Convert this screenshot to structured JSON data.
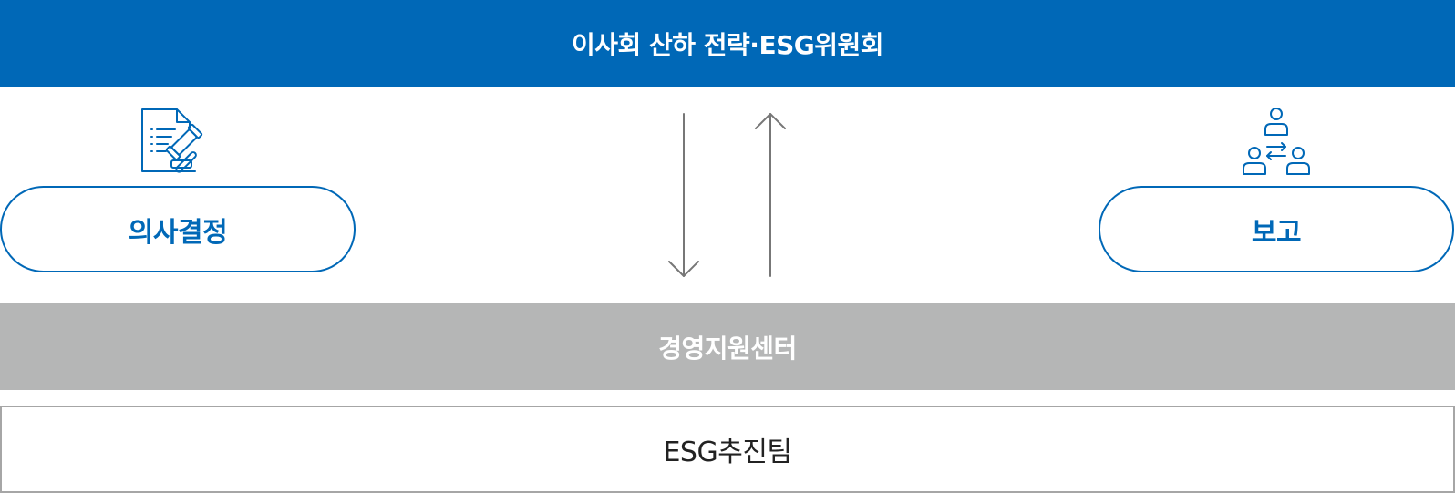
{
  "diagram": {
    "top_box": "이사회 산하 전략·ESG위원회",
    "left_label": "의사결정",
    "right_label": "보고",
    "middle_box": "경영지원센터",
    "bottom_box": "ESG추진팀"
  },
  "colors": {
    "primary_blue": "#0068b7",
    "gray_bar": "#b5b6b6",
    "arrow_gray": "#777777",
    "border_gray": "#a6a6a6"
  },
  "icons": {
    "left": "document-gavel-icon",
    "right": "people-exchange-icon"
  }
}
